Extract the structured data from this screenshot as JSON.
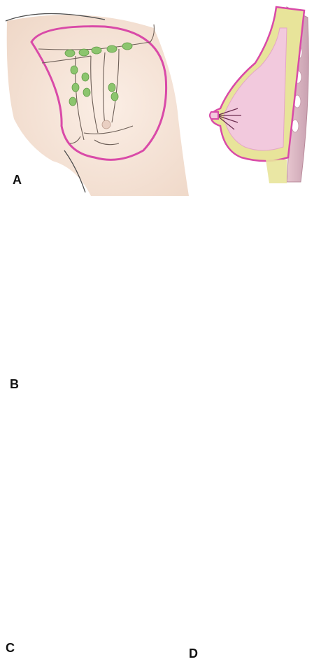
{
  "panels": [
    {
      "id": "A",
      "label": "A"
    },
    {
      "id": "B",
      "label": "B"
    },
    {
      "id": "C",
      "label": "C"
    },
    {
      "id": "D",
      "label": "D"
    }
  ],
  "colors": {
    "outline_magenta": "#d94aa8",
    "skin": "#f6e3d6",
    "fat_yellow": "#e8e49a",
    "gland_pink": "#f2c9dd",
    "muscle_mauve": "#c89aaa",
    "node_green": "#8cc56e",
    "vessel_gray": "#6d5f57"
  },
  "icons": {
    "lymph_node": "green-lymph-node-icon",
    "rib": "rib-oval-icon"
  }
}
